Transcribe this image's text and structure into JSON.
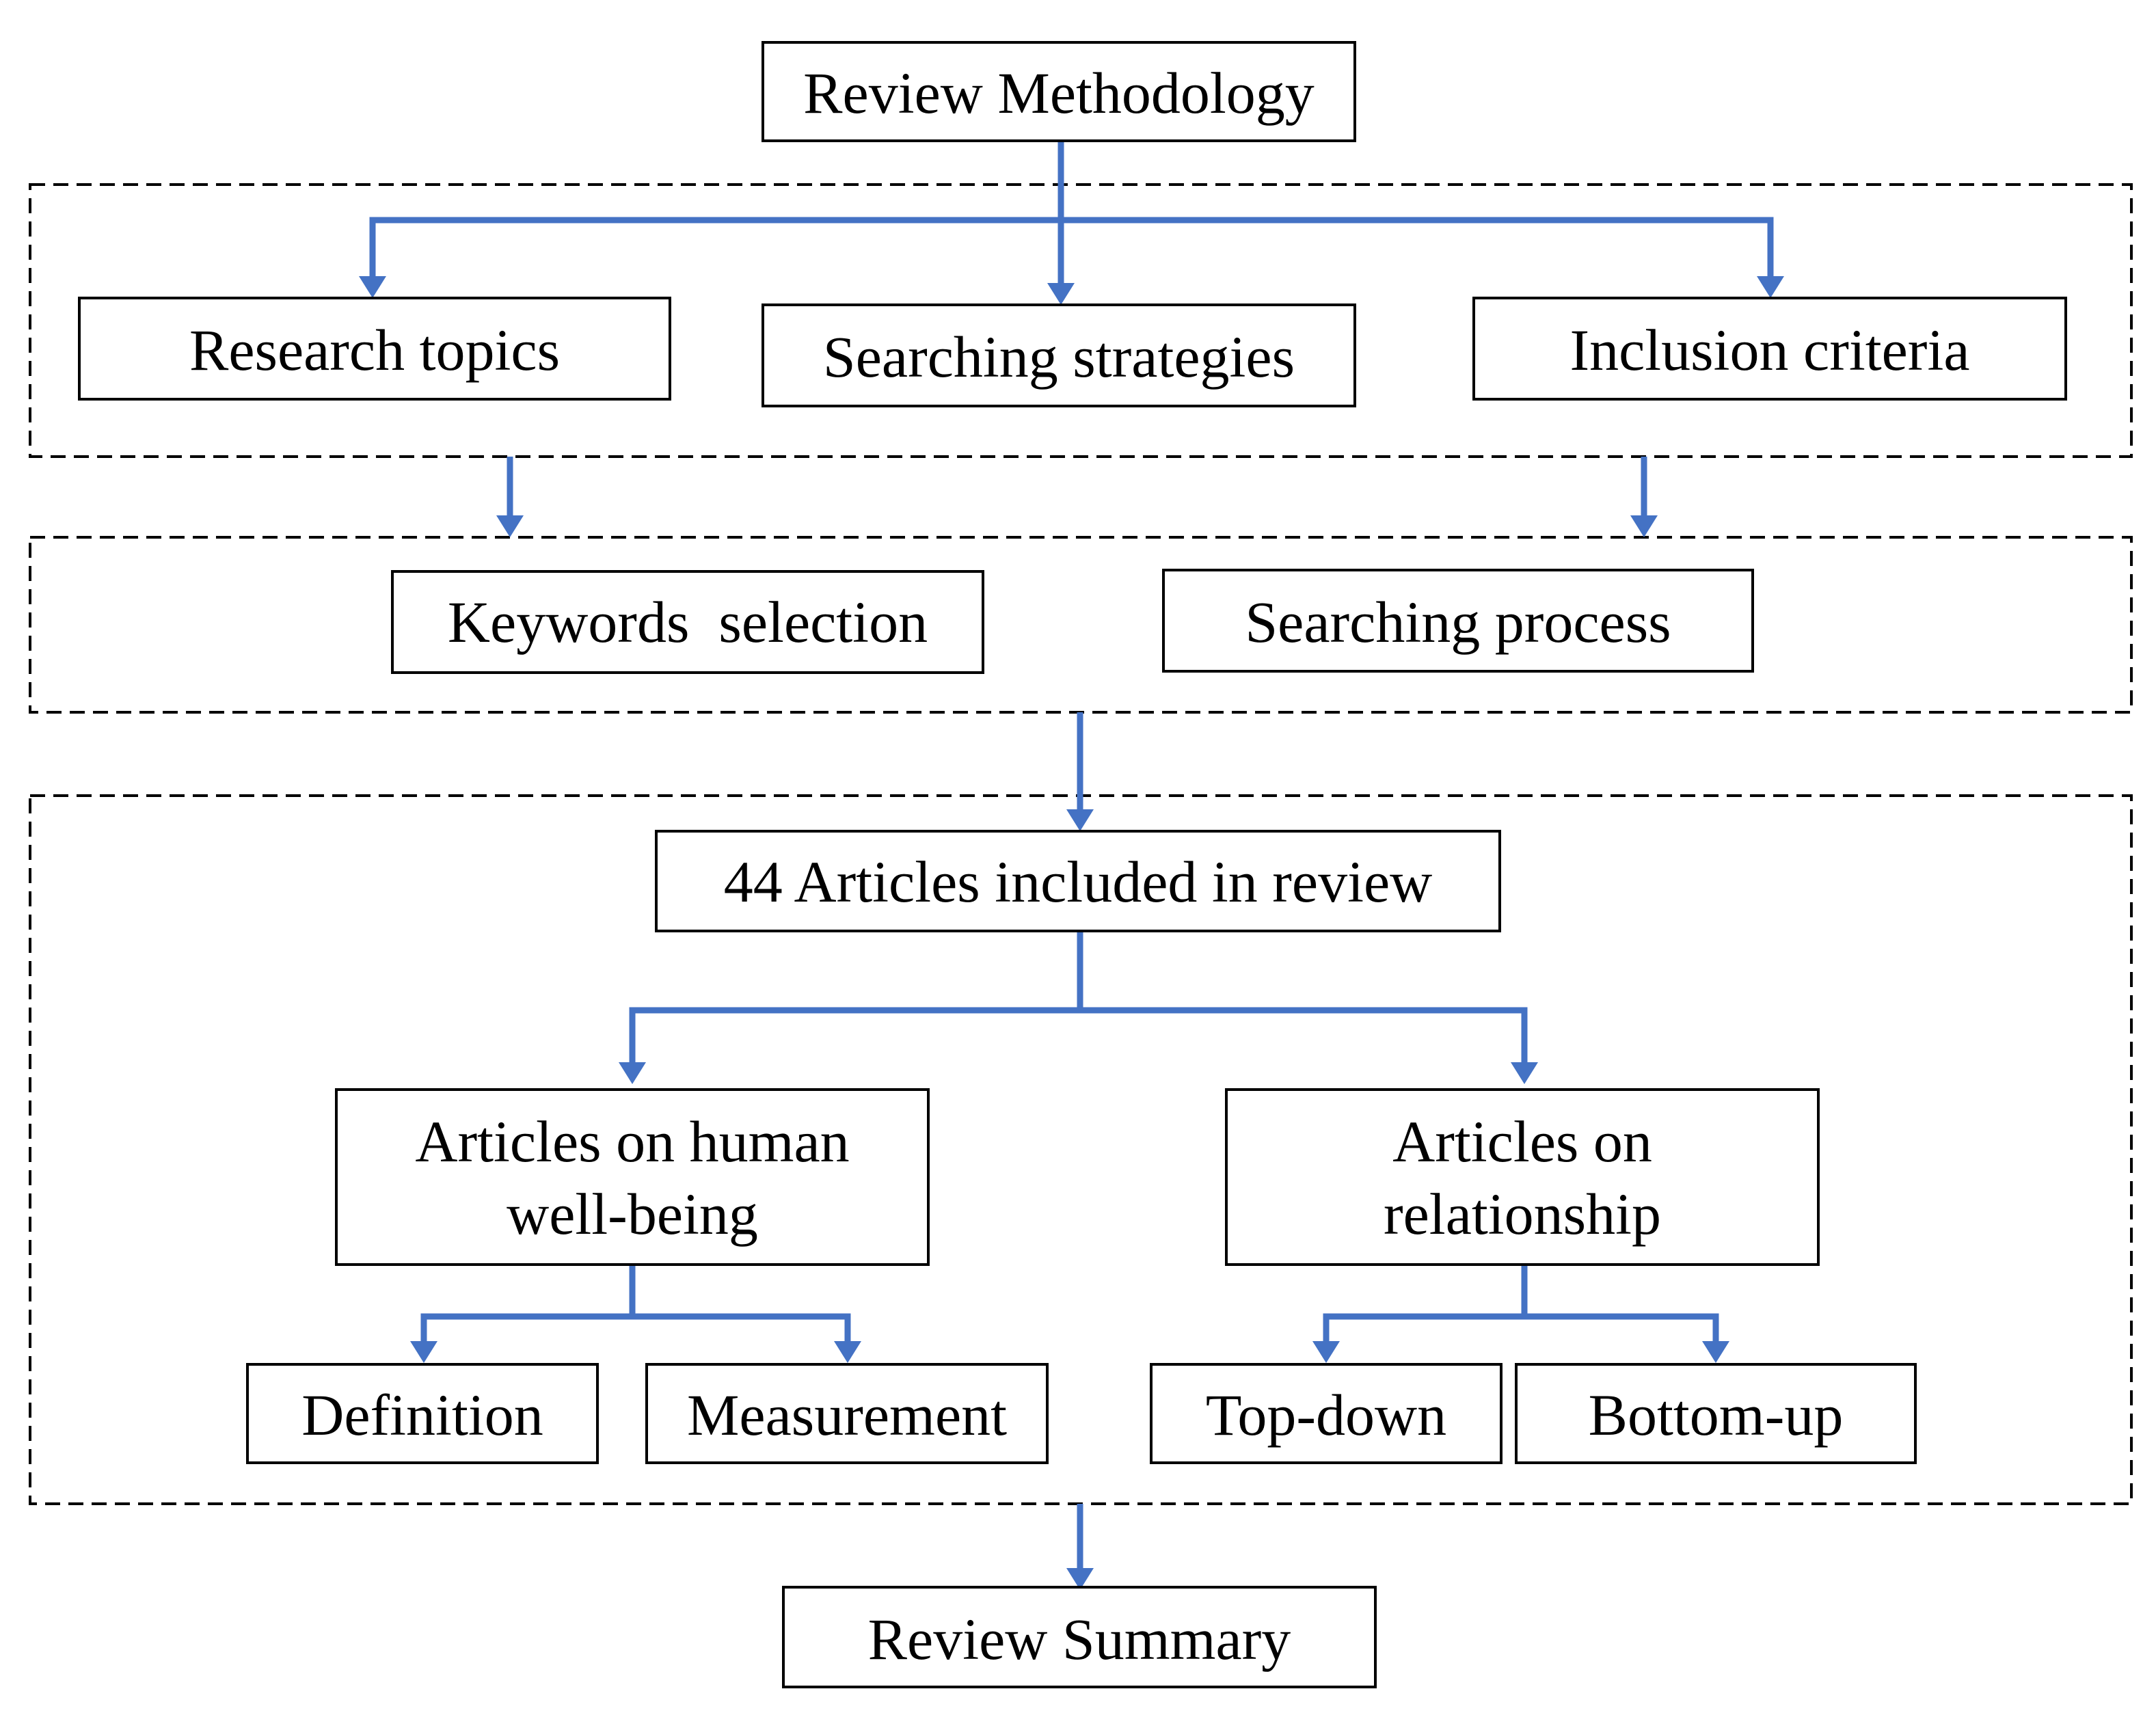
{
  "colors": {
    "connector": "#4472C4",
    "box_border": "#000000",
    "text": "#000000",
    "background": "#ffffff"
  },
  "nodes": {
    "review_methodology": "Review Methodology",
    "research_topics": "Research topics",
    "searching_strategies": "Searching strategies",
    "inclusion_criteria": "Inclusion criteria",
    "keywords_selection": "Keywords  selection",
    "searching_process": "Searching process",
    "articles_included": "44 Articles included in review",
    "wellbeing_line1": "Articles on human",
    "wellbeing_line2": "well-being",
    "relationship_line1": "Articles on",
    "relationship_line2": "relationship",
    "definition": "Definition",
    "measurement": "Measurement",
    "top_down": "Top-down",
    "bottom_up": "Bottom-up",
    "review_summary": "Review Summary"
  }
}
